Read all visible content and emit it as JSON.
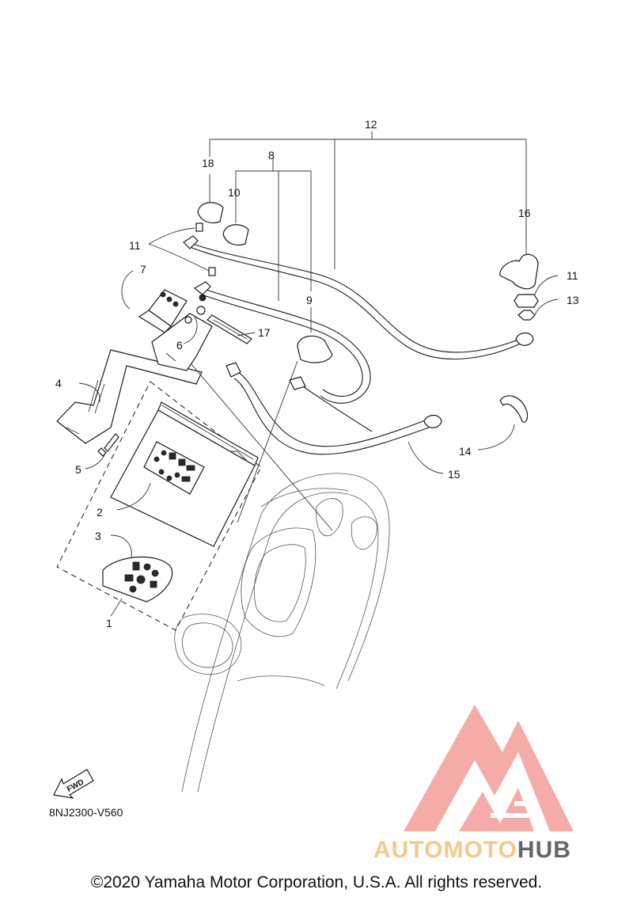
{
  "diagram": {
    "callouts": [
      {
        "id": "c1",
        "label": "1"
      },
      {
        "id": "c2",
        "label": "2"
      },
      {
        "id": "c3",
        "label": "3"
      },
      {
        "id": "c4",
        "label": "4"
      },
      {
        "id": "c5",
        "label": "5"
      },
      {
        "id": "c6",
        "label": "6"
      },
      {
        "id": "c7",
        "label": "7"
      },
      {
        "id": "c8",
        "label": "8"
      },
      {
        "id": "c9",
        "label": "9"
      },
      {
        "id": "c10",
        "label": "10"
      },
      {
        "id": "c11a",
        "label": "11"
      },
      {
        "id": "c11b",
        "label": "11"
      },
      {
        "id": "c12",
        "label": "12"
      },
      {
        "id": "c13",
        "label": "13"
      },
      {
        "id": "c14",
        "label": "14"
      },
      {
        "id": "c15",
        "label": "15"
      },
      {
        "id": "c16",
        "label": "16"
      },
      {
        "id": "c17",
        "label": "17"
      },
      {
        "id": "c18",
        "label": "18"
      }
    ],
    "fwd_label": "FWD",
    "code": "8NJ2300-V560"
  },
  "copyright": "©2020 Yamaha Motor Corporation, U.S.A. All rights reserved.",
  "watermark": {
    "part1": "AUTOMOTO",
    "part2": "HUB",
    "color_main": "#f4a3a0",
    "color_accent": "#f5c98a",
    "color_text_dark": "#666666"
  }
}
